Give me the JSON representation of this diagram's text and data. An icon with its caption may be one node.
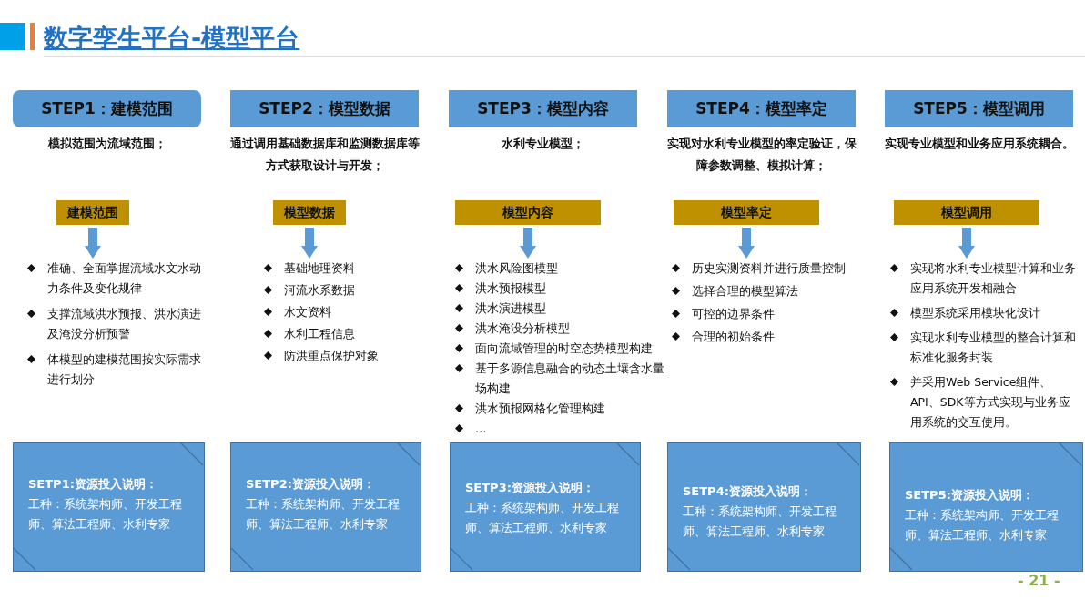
{
  "diagram": {
    "title": "数字孪生平台-模型平台",
    "nodes": [
      {
        "text": [
          "STEP1：建模范围"
        ],
        "beside": [
          "模拟范围为流域范围；"
        ]
      },
      {
        "text": [
          "建模范围"
        ]
      },
      {
        "text": [
          "准确、全面掌握流域水文水动力条件及变化规律",
          "支撑流域洪水预报、洪水演进及淹没分析预警",
          "体模型的建模范围按实际需求进行划分"
        ]
      },
      {
        "text": [
          "SETP1:资源投入说明：",
          "工种：系统架构师、开发工程师、算法工程师、水利专家"
        ]
      },
      {
        "text": [
          "STEP2：模型数据"
        ],
        "beside": [
          "通过调用基础数据库和监测数据库等方式获取设计与开发；"
        ]
      },
      {
        "text": [
          "模型数据"
        ]
      },
      {
        "text": [
          "基础地理资料",
          "河流水系数据",
          "水文资料",
          "水利工程信息",
          "防洪重点保护对象"
        ]
      },
      {
        "text": [
          "SETP2:资源投入说明：",
          "工种：系统架构师、开发工程师、算法工程师、水利专家"
        ]
      },
      {
        "text": [
          "STEP3：模型内容"
        ],
        "beside": [
          "水利专业模型；"
        ]
      },
      {
        "text": [
          "模型内容"
        ]
      },
      {
        "text": [
          "洪水风险图模型",
          "洪水预报模型",
          "洪水演进模型",
          "洪水淹没分析模型",
          "面向流域管理的时空态势模型构建",
          "基于多源信息融合的动态土壤含水量场构建",
          "洪水预报网格化管理构建",
          "…"
        ]
      },
      {
        "text": [
          "SETP3:资源投入说明：",
          "工种：系统架构师、开发工程师、算法工程师、水利专家"
        ]
      },
      {
        "text": [
          "STEP4：模型率定"
        ],
        "beside": [
          "实现对水利专业模型的率定验证，保障参数调整、模拟计算；"
        ]
      },
      {
        "text": [
          "模型率定"
        ]
      },
      {
        "text": [
          "历史实测资料并进行质量控制",
          "选择合理的模型算法",
          "可控的边界条件",
          "合理的初始条件"
        ]
      },
      {
        "text": [
          "SETP4:资源投入说明：",
          "工种：系统架构师、开发工程师、算法工程师、水利专家"
        ]
      },
      {
        "text": [
          "STEP5：模型调用"
        ],
        "beside": [
          "实现专业模型和业务应用系统耦合。"
        ]
      },
      {
        "text": [
          "模型调用"
        ]
      },
      {
        "text": [
          "实现将水利专业模型计算和业务应用系统开发相融合",
          "模型系统采用模块化设计",
          "实现水利专业模型的整合计算和标准化服务封装",
          "并采用Web Service组件、API、SDK等方式实现与业务应用系统的交互使用。"
        ]
      },
      {
        "text": [
          "SETP5:资源投入说明：",
          "工种：系统架构师、开发工程师、算法工程师、水利专家"
        ]
      }
    ],
    "edges": [
      {
        "from": 1,
        "to": 2,
        "arrow": "to"
      },
      {
        "from": 5,
        "to": 6,
        "arrow": "to"
      },
      {
        "from": 9,
        "to": 10,
        "arrow": "to"
      },
      {
        "from": 13,
        "to": 14,
        "arrow": "to"
      },
      {
        "from": 17,
        "to": 18,
        "arrow": "to"
      }
    ],
    "labels": [
      "- 21 -"
    ]
  }
}
